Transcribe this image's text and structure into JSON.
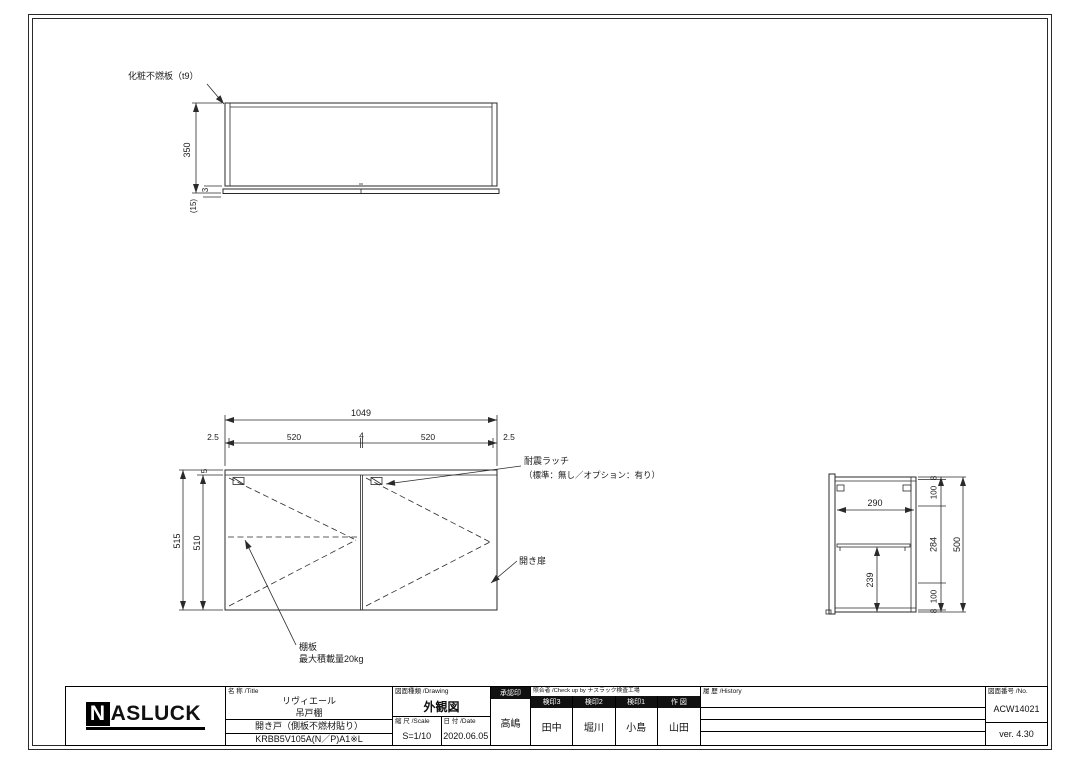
{
  "top_view": {
    "label_panel": "化粧不燃板（t9）",
    "dim_depth": "350",
    "dim_gap": "3",
    "dim_door_thickness": "(15)"
  },
  "front_view": {
    "dim_total_width": "1049",
    "sub_dims": [
      "2.5",
      "520",
      "4",
      "520",
      "2.5"
    ],
    "dim_top_reveal": "5",
    "dim_height_outer": "515",
    "dim_height_door": "510",
    "label_latch": "耐震ラッチ",
    "label_latch_note": "（標準：無し／オプション：有り）",
    "label_door": "開き扉",
    "label_shelf": "棚板",
    "label_shelf_note": "最大積載量20kg"
  },
  "side_view": {
    "dim_inner_depth": "290",
    "dim_shelf_height": "239",
    "right_dims": [
      "8",
      "100",
      "284",
      "100",
      "8"
    ],
    "dim_total_height": "500"
  },
  "title_block": {
    "logo_n": "N",
    "logo_rest": "ASLUCK",
    "name_header": "名 称 /Title",
    "name_line1": "リヴィエール",
    "name_line2": "吊戸棚",
    "name_line3": "開き戸（側板不燃材貼り）",
    "name_line4": "KRBB5V105A(N／P)A1※L",
    "drawing_header": "図面種類 /Drawing",
    "drawing_type": "外観図",
    "scale_header": "縮 尺 /Scale",
    "scale_value": "S=1/10",
    "date_header": "日 付 /Date",
    "date_value": "2020.06.05",
    "approval_header": "承認印",
    "approval_value": "高嶋",
    "check_header": "照合者 /Check up by ナスラック検査工場",
    "check_cols": [
      {
        "header": "検印3",
        "value": "田中"
      },
      {
        "header": "検印2",
        "value": "堀川"
      },
      {
        "header": "検印1",
        "value": "小島"
      },
      {
        "header": "作 図",
        "value": "山田"
      }
    ],
    "history_header": "履 歴 /History",
    "number_header": "図面番号 /No.",
    "number_value": "ACW14021",
    "version": "ver. 4.30"
  }
}
